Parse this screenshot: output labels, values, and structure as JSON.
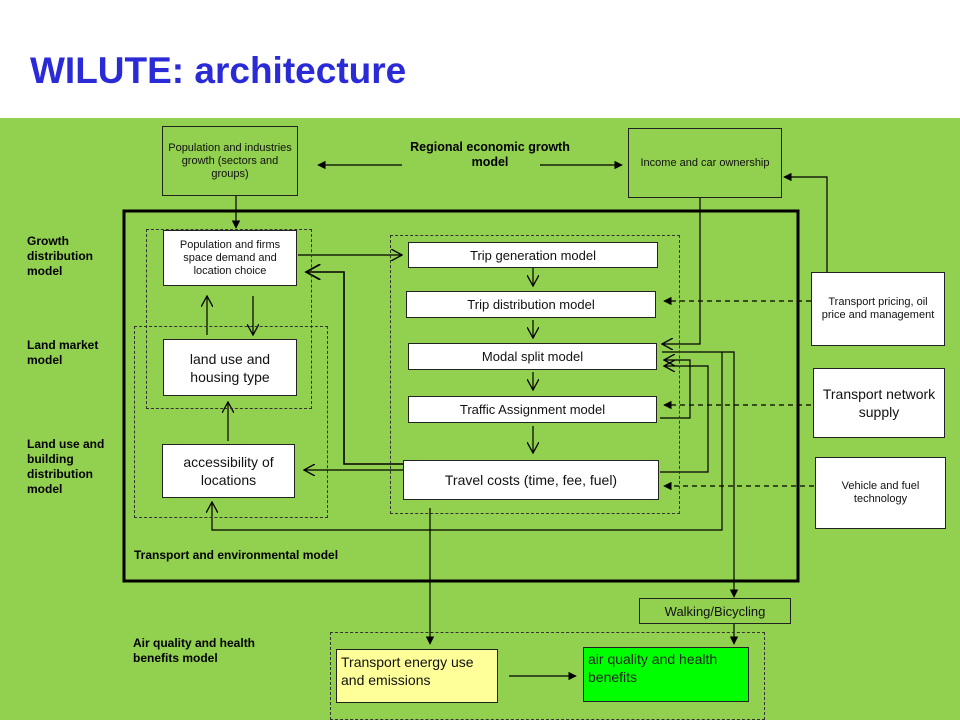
{
  "title": "WILUTE: architecture",
  "nodes": {
    "pop_industries": "Population and industries growth (sectors and groups)",
    "regional_growth": "Regional economic growth model",
    "income_car": "Income and car ownership",
    "pop_firms": "Population and firms space demand and location choice",
    "land_use": "land use and housing type",
    "accessibility": "accessibility of locations",
    "trip_generation": "Trip generation model",
    "trip_distribution": "Trip distribution model",
    "modal_split": "Modal split model",
    "traffic_assignment": "Traffic Assignment model",
    "travel_costs": "Travel costs (time, fee, fuel)",
    "transport_pricing": "Transport pricing, oil price and management",
    "network_supply": "Transport network supply",
    "vehicle_tech": "Vehicle and fuel technology",
    "walking": "Walking/Bicycling",
    "energy": "Transport energy use and emissions",
    "air_quality": "air quality and health benefits"
  },
  "labels": {
    "growth": "Growth distribution model",
    "land_market": "Land market model",
    "land_use_building": "Land use and building distribution model",
    "transport_env": "Transport and environmental model",
    "air_quality_model": "Air quality and health benefits model"
  },
  "colors": {
    "title": "#2a2ad6",
    "background": "#92d050",
    "energy_box": "#ffff99",
    "air_quality_box": "#00ff00"
  }
}
